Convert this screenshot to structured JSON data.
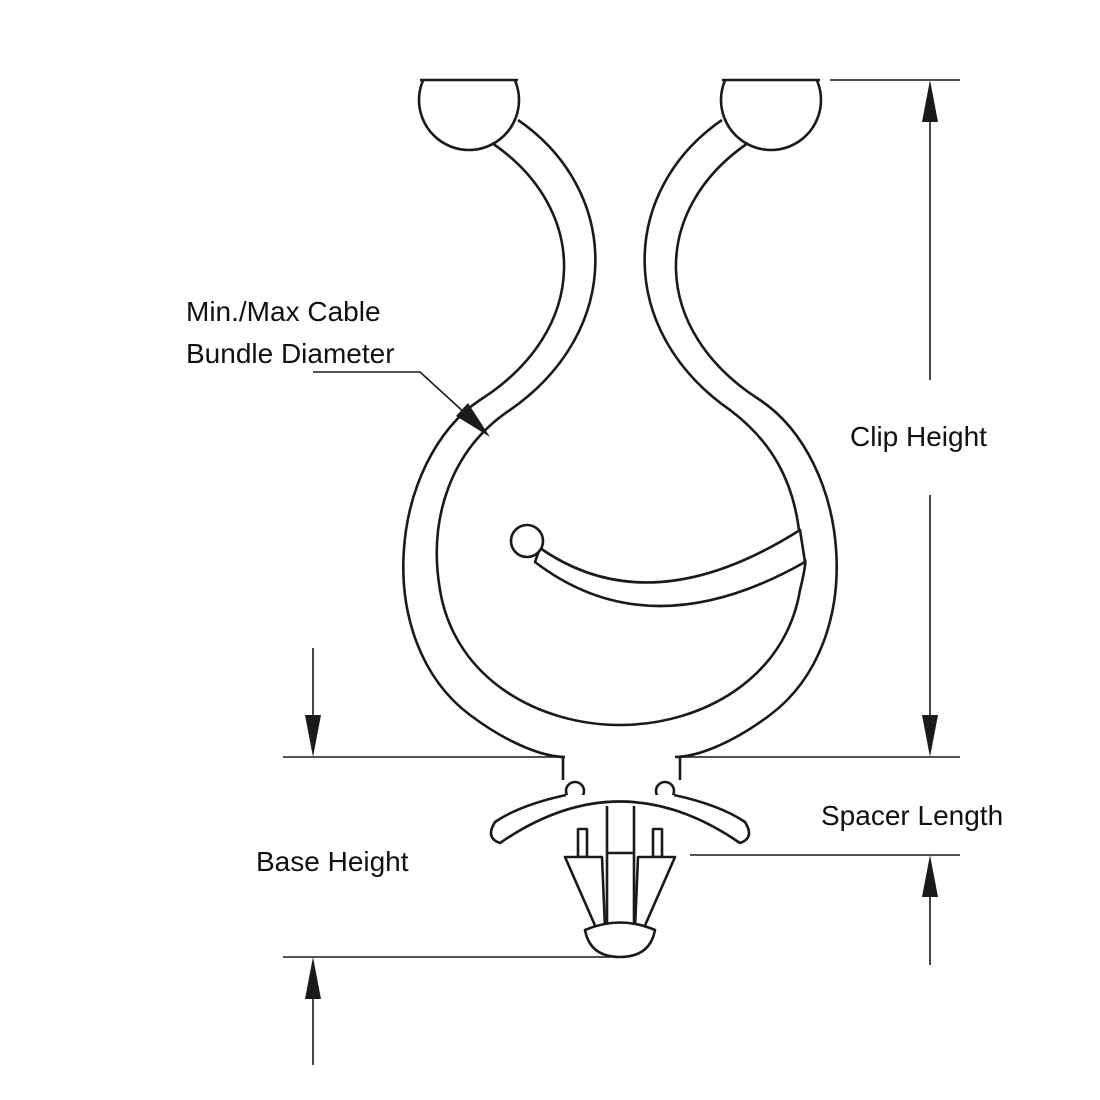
{
  "labels": {
    "cable_line1": "Min./Max Cable",
    "cable_line2": "Bundle Diameter",
    "clip_height": "Clip Height",
    "spacer_length": "Spacer Length",
    "base_height": "Base Height"
  },
  "colors": {
    "line": "#1a1a1a",
    "background": "#ffffff"
  }
}
